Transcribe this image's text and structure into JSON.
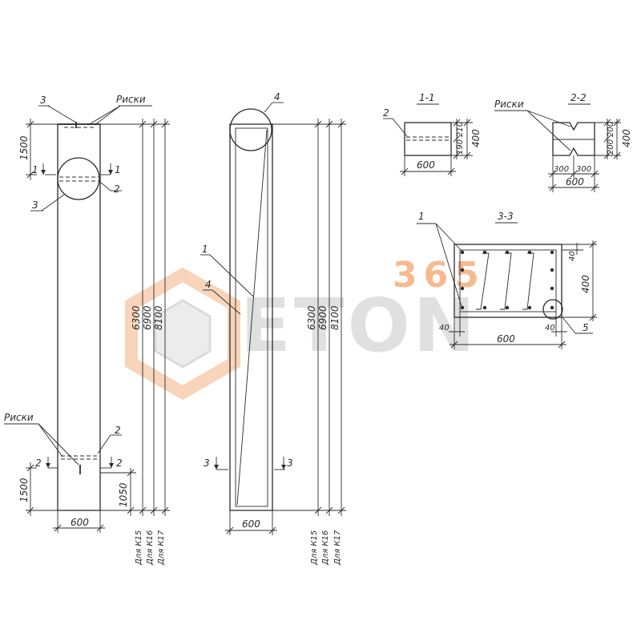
{
  "labels": {
    "callout_3_top": "3",
    "callout_riski_top": "Риски",
    "callout_4": "4",
    "section_1_1": "1-1",
    "section_2_2": "2-2",
    "section_3_3": "3-3",
    "callout_2_sec11": "2",
    "callout_riski_sec22": "Риски",
    "callout_1_sec33": "1",
    "callout_5_sec33": "5",
    "callout_1_left": "1",
    "callout_1_right": "1",
    "callout_3_circle": "3",
    "callout_2_circle": "2",
    "callout_1_mid": "1",
    "callout_4_mid": "4",
    "callout_riski_bottom": "Риски",
    "callout_2_bottom": "2",
    "callout_2_left_arrow": "2",
    "callout_2_right_arrow": "2",
    "callout_3_left_arrow": "3",
    "callout_3_right_arrow": "3"
  },
  "dimensions": {
    "d1500_top": "1500",
    "d1500_bottom": "1500",
    "d1050": "1050",
    "d600_left": "600",
    "d600_mid": "600",
    "d6300_left": "6300",
    "d6900_left": "6900",
    "d8100_left": "8100",
    "d6300_mid": "6300",
    "d6900_mid": "6900",
    "d8100_mid": "8100",
    "s11_210": "210",
    "s11_190": "190",
    "s11_400": "400",
    "s11_600": "600",
    "s22_200a": "200",
    "s22_200b": "200",
    "s22_400": "400",
    "s22_300a": "300",
    "s22_300b": "300",
    "s22_600": "600",
    "s33_40_top": "40",
    "s33_400": "400",
    "s33_40_left": "40",
    "s33_40_right": "40",
    "s33_600": "600"
  },
  "type_notes": {
    "left_k15": "Для К15",
    "left_k16": "Для К16",
    "left_k17": "Для К17",
    "mid_k15": "Для К15",
    "mid_k16": "Для К16",
    "mid_k17": "Для К17"
  },
  "watermark": {
    "number": "365",
    "word": "ETON",
    "color_number": "#f3a36b",
    "color_word": "#d4d4d4",
    "color_logo": "#f5c6a3"
  }
}
